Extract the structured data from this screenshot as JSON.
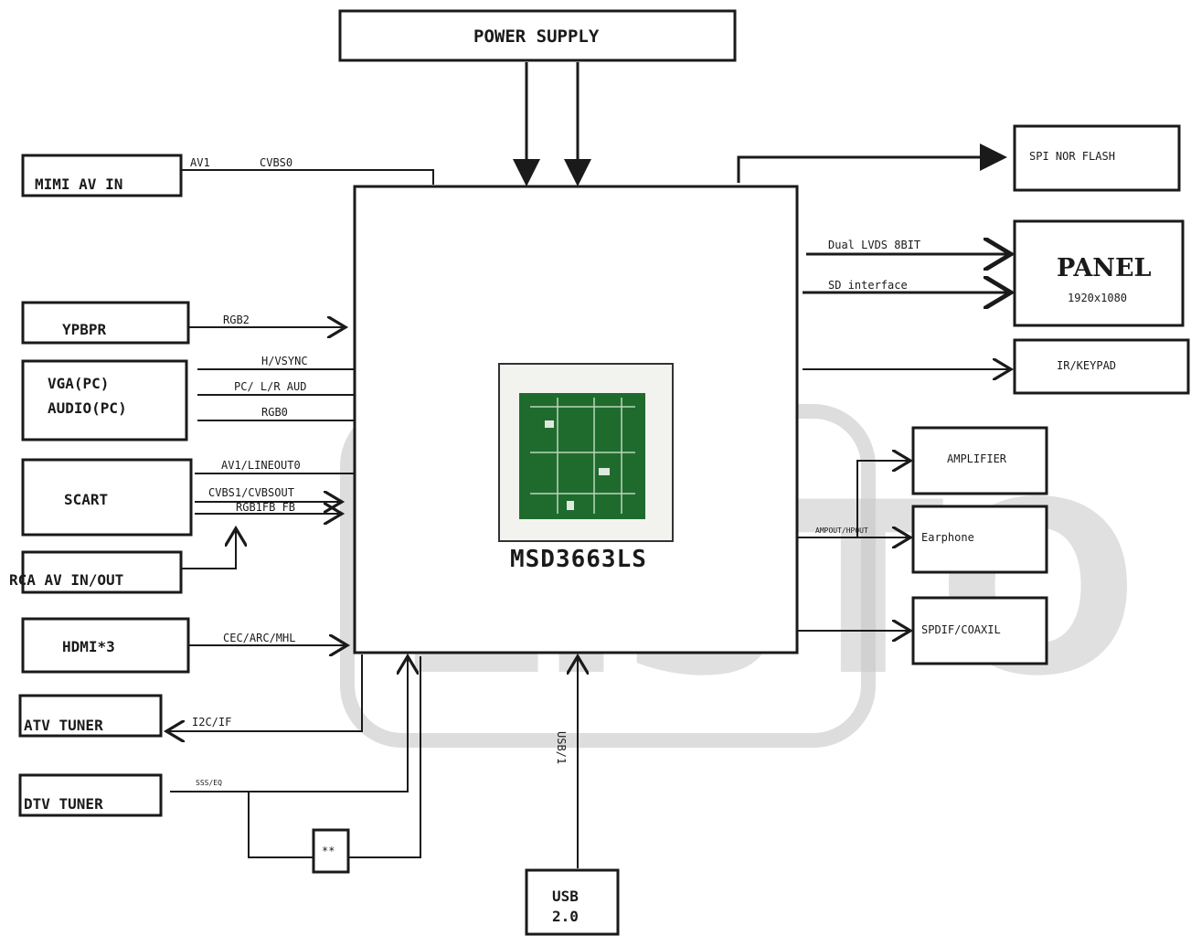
{
  "blocks": {
    "power_supply": "POWER  SUPPLY",
    "mimi_av_in": "MIMI  AV  IN",
    "ypbpr": "YPBPR",
    "vga_pc": "VGA(PC)",
    "audio_pc": "AUDIO(PC)",
    "scart": "SCART",
    "rca_av": "RCA  AV  IN/OUT",
    "hdmi": "HDMI*3",
    "atv_tuner": "ATV  TUNER",
    "dtv_tuner": "DTV  TUNER",
    "small_block": "**",
    "usb_line1": "USB",
    "usb_line2": "2.0",
    "spi_flash": "SPI  NOR  FLASH",
    "panel": "PANEL",
    "panel_res": "1920x1080",
    "ir_keypad": "IR/KEYPAD",
    "amplifier": "AMPLIFIER",
    "earphone": "Earphone",
    "spdif": "SPDIF/COAXIL",
    "chip": "MSD3663LS"
  },
  "signals": {
    "av1": "AV1",
    "cvbs0": "CVBS0",
    "rgb2": "RGB2",
    "hvsync": "H/VSYNC",
    "pc_lr_aud": "PC/ L/R AUD",
    "rgb0": "RGB0",
    "av1_lineout": "AV1/LINEOUT0",
    "cvbs1": "CVBS1/CVBSOUT",
    "rgb1": "RGB1FB FB",
    "cec": "CEC/ARC/MHL",
    "i2c_if": "I2C/IF",
    "ts": "SSS/EQ",
    "dual_lvds": "Dual  LVDS  8BIT",
    "sd_interface": "SD  interface",
    "ampout": "AMPOUT/HPOUT",
    "usb_sig": "USB/1"
  },
  "watermark": {
    "text": "LISTO"
  },
  "colors": {
    "line": "#1a1a1a",
    "chip_green": "#1f6b2e",
    "watermark": "#c8c8c8"
  }
}
